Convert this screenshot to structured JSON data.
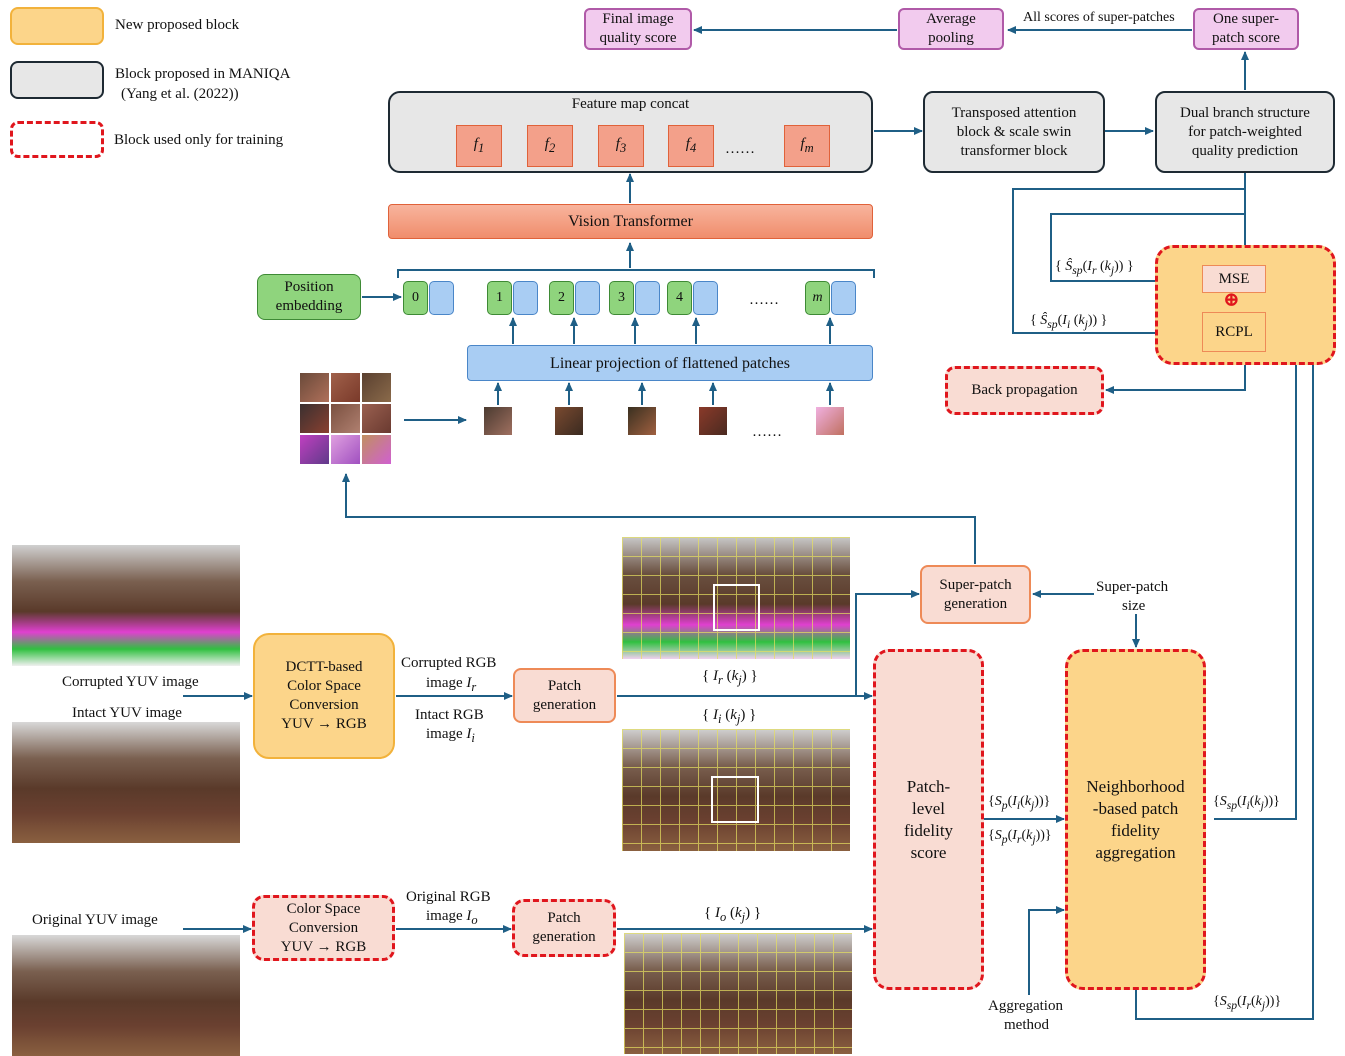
{
  "legend": {
    "new_block": "New proposed block",
    "maniqa_block_line1": "Block proposed in MANIQA",
    "maniqa_block_line2": "(Yang et al. (2022))",
    "training_block": "Block used only for training"
  },
  "top": {
    "final_score": [
      "Final image",
      "quality score"
    ],
    "average_pooling": [
      "Average",
      "pooling"
    ],
    "all_scores": "All scores of super-patches",
    "one_score": [
      "One super-",
      "patch score"
    ],
    "feature_concat": "Feature map concat",
    "features": [
      "f1",
      "f2",
      "f3",
      "f4",
      "……",
      "fm"
    ],
    "transposed": [
      "Transposed attention",
      "block & scale swin",
      "transformer block"
    ],
    "dual_branch": [
      "Dual branch structure",
      "for patch-weighted",
      "quality prediction"
    ],
    "vit": "Vision Transformer",
    "position_embedding": [
      "Position",
      "embedding"
    ],
    "tokens": [
      "0",
      "1",
      "2",
      "3",
      "4",
      "……",
      "m"
    ],
    "linear_projection": "Linear projection of flattened patches",
    "patch_dots": "……"
  },
  "loss": {
    "mse": "MSE",
    "plus": "⊕",
    "rcpl": "RCPL",
    "back_propagation": "Back propagation",
    "label_r": "{ Ŝsp(Ir(kj)) }",
    "label_i": "{ Ŝsp(Ii(kj)) }"
  },
  "pipeline": {
    "corrupted_yuv": "Corrupted YUV image",
    "intact_yuv": "Intact YUV image",
    "original_yuv": "Original YUV image",
    "dctt": [
      "DCTT-based",
      "Color Space",
      "Conversion",
      "YUV → RGB"
    ],
    "csc": [
      "Color Space",
      "Conversion",
      "YUV → RGB"
    ],
    "corrupted_rgb": [
      "Corrupted RGB",
      "image Ir"
    ],
    "intact_rgb": [
      "Intact RGB",
      "image Ii"
    ],
    "original_rgb": [
      "Original RGB",
      "image Io"
    ],
    "patch_gen": [
      "Patch",
      "generation"
    ],
    "set_r": "{ Ir(kj) }",
    "set_i": "{ Ii(kj) }",
    "set_o": "{ Io(kj) }",
    "super_patch_gen": [
      "Super-patch",
      "generation"
    ],
    "super_patch_size": [
      "Super-patch",
      "size"
    ],
    "patch_level": [
      "Patch-",
      "level",
      "fidelity",
      "score"
    ],
    "neighborhood": [
      "Neighborhood",
      "-based patch",
      "fidelity",
      "aggregation"
    ],
    "sp_i": "{Sp(Ii(kj))}",
    "sp_r": "{Sp(Ir(kj))}",
    "ssp_i": "{Ssp(Ii(kj))}",
    "ssp_r": "{Ssp(Ir(kj))}",
    "aggregation_method": [
      "Aggregation",
      "method"
    ]
  },
  "colors": {
    "arrow": "#1f5f86",
    "yellow": "#fcd58a",
    "gray": "#e7e7e7",
    "red_dashed": "#e0161d",
    "vit": "#f39a7e",
    "projection": "#a9cdf3",
    "position": "#8fd47d",
    "pink": "#f2cbee"
  }
}
